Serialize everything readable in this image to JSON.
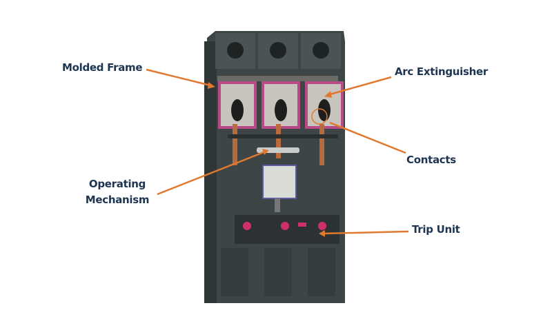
{
  "labels": {
    "molded_frame": "Molded Frame",
    "arc_extinguisher": "Arc Extinguisher",
    "contacts": "Contacts",
    "operating_mechanism_line1": "Operating",
    "operating_mechanism_line2": "Mechanism",
    "trip_unit": "Trip Unit"
  },
  "colors": {
    "label_text": "#1d3550",
    "arrow": "#e0782e",
    "housing": "#3c4446",
    "arc_chute": "#c04a8a",
    "copper": "#b86a3c",
    "dial": "#d0306a"
  }
}
